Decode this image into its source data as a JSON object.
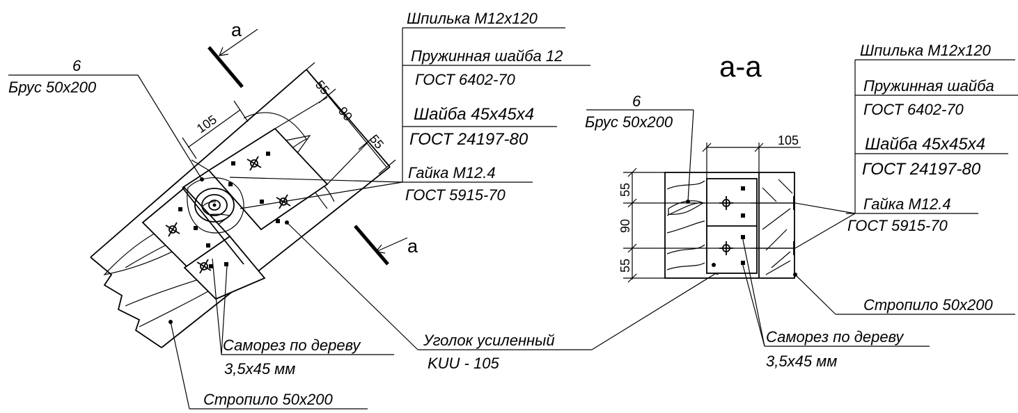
{
  "left_view": {
    "section_marker_top": "а",
    "section_marker_bottom": "а",
    "callouts": {
      "beam_num": "6",
      "beam": "Брус 50х200",
      "stud": "Шпилька М12х120",
      "spring_washer": "Пружинная шайба 12",
      "spring_washer_std": "ГОСТ 6402-70",
      "washer": "Шайба 45х45х4",
      "washer_std": "ГОСТ 24197-80",
      "nut": "Гайка М12.4",
      "nut_std": "ГОСТ 5915-70",
      "screw": "Саморез по дереву",
      "screw_size": "3,5х45 мм",
      "rafter": "Стропило 50х200"
    },
    "dimensions": {
      "width": "105",
      "d1": "55",
      "d2": "90",
      "d3": "55"
    }
  },
  "shared": {
    "angle": "Уголок усиленный",
    "angle_code": "KUU - 105"
  },
  "section_view": {
    "title": "а-а",
    "callouts": {
      "beam_num": "6",
      "beam": "Брус 50х200",
      "stud": "Шпилька М12х120",
      "spring_washer": "Пружинная шайба",
      "spring_washer_std": "ГОСТ 6402-70",
      "washer": "Шайба 45х45х4",
      "washer_std": "ГОСТ 24197-80",
      "nut": "Гайка М12.4",
      "nut_std": "ГОСТ 5915-70",
      "rafter": "Стропило 50х200",
      "screw": "Саморез по дереву",
      "screw_size": "3,5х45 мм"
    },
    "dimensions": {
      "width": "105",
      "d1": "55",
      "d2": "90",
      "d3": "55"
    }
  }
}
